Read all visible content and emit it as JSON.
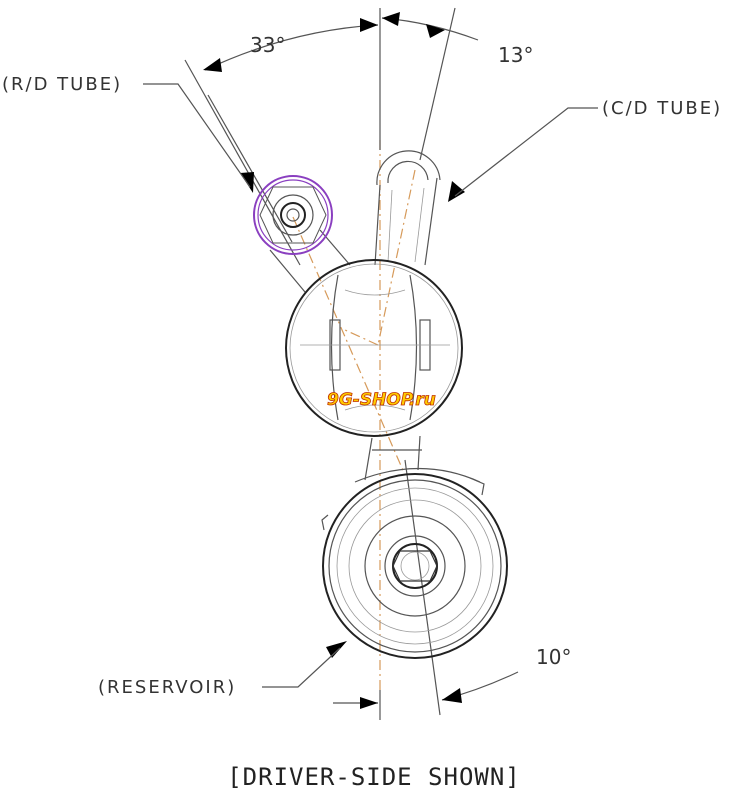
{
  "diagram": {
    "labels": {
      "rd_tube": "(R/D TUBE)",
      "cd_tube": "(C/D TUBE)",
      "reservoir": "(RESERVOIR)"
    },
    "angles": {
      "a33": "33°",
      "a13": "13°",
      "a10": "10°"
    },
    "caption": "[DRIVER-SIDE SHOWN]",
    "watermark": "9G-SHOP.ru",
    "colors": {
      "line": "#555555",
      "centerline": "#d69a5a",
      "highlight": "#8a3fc0",
      "watermark_fill": "#ffcc00",
      "watermark_stroke": "#c03000"
    }
  }
}
